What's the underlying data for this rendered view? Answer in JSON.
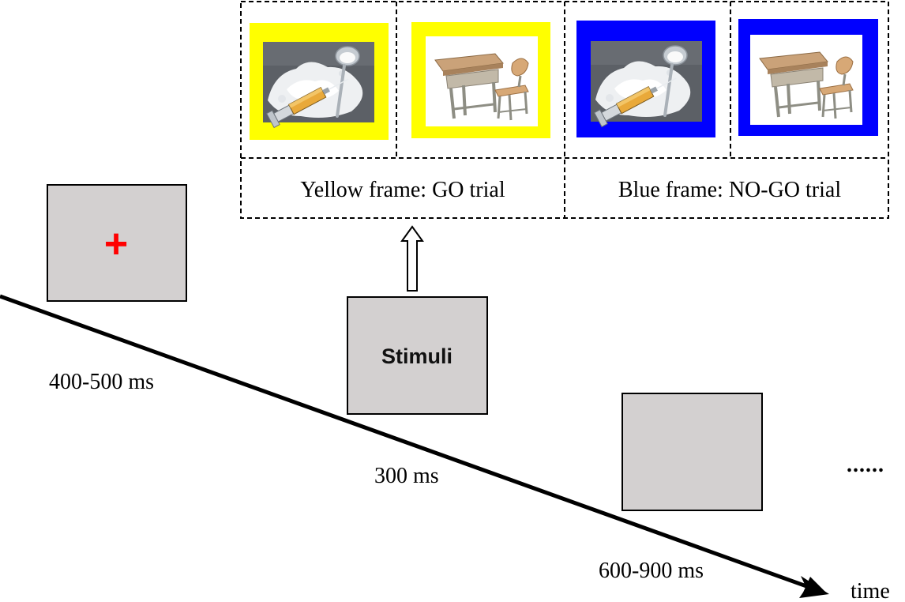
{
  "legend": {
    "go_label": "Yellow frame: GO trial",
    "nogo_label": "Blue frame: NO-GO trial"
  },
  "screens": {
    "fixation_symbol": "+",
    "stimuli_label": "Stimuli"
  },
  "durations": {
    "fixation": "400-500 ms",
    "stimulus": "300 ms",
    "blank": "600-900 ms"
  },
  "timeline": {
    "axis_label": "time",
    "continuation": "......"
  },
  "colors": {
    "go_frame": "#ffff00",
    "nogo_frame": "#0000ff",
    "screen_gray": "#d3d0d0",
    "fixation_cross": "#ff0000"
  },
  "icons": [
    "drug-syringe-image",
    "desk-chair-image",
    "up-arrow-icon"
  ]
}
